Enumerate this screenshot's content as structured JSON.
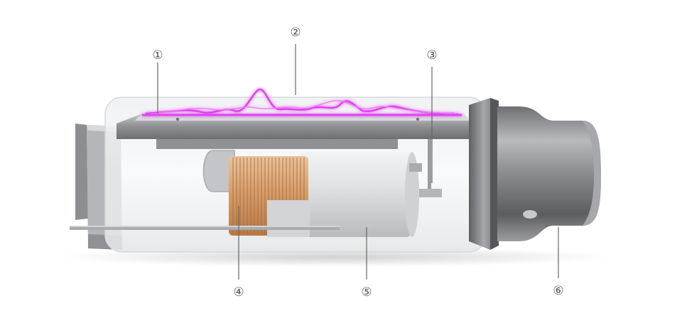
{
  "diagram": {
    "callouts": [
      {
        "id": "1",
        "label": "①"
      },
      {
        "id": "2",
        "label": "②"
      },
      {
        "id": "3",
        "label": "③"
      },
      {
        "id": "4",
        "label": "④"
      },
      {
        "id": "5",
        "label": "⑤"
      },
      {
        "id": "6",
        "label": "⑥"
      }
    ],
    "colors": {
      "background": "#ffffff",
      "wave": "#e040f0",
      "metal": "#9a9ca0",
      "coil": "#d9a070",
      "leader": "#666666"
    }
  }
}
